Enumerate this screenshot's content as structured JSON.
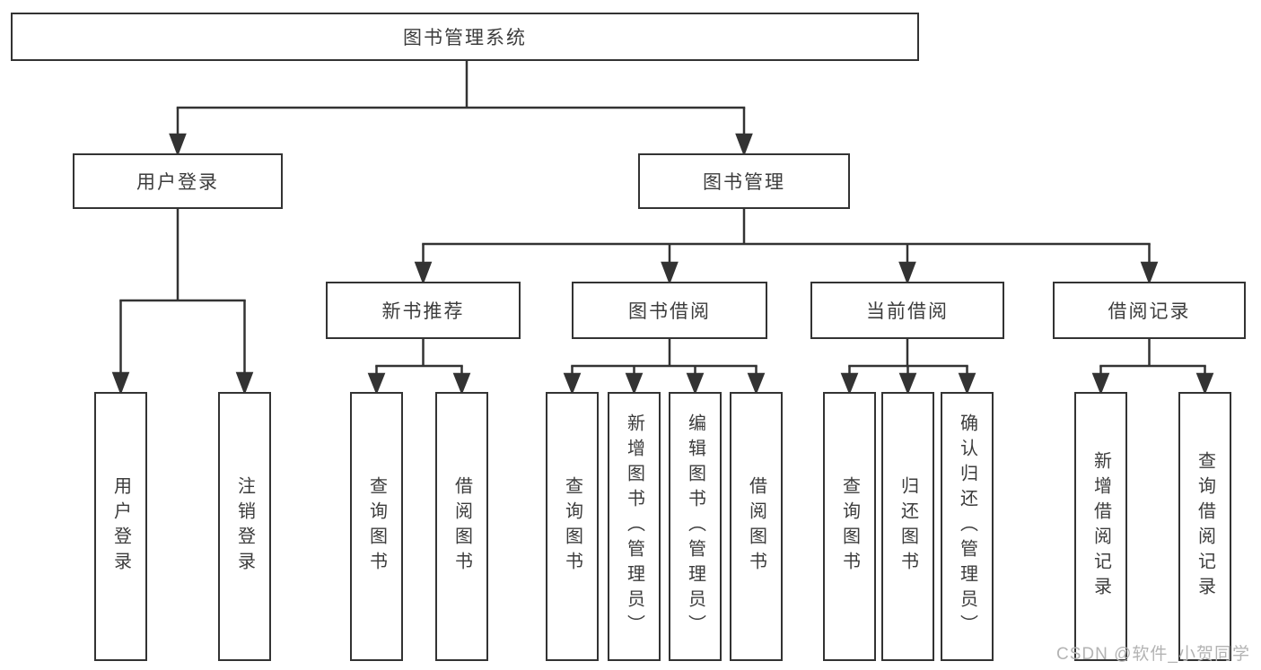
{
  "diagram": {
    "type": "hierarchy-tree",
    "title": "图书管理系统",
    "colors": {
      "line": "#333333",
      "box_border": "#333333",
      "box_fill": "#ffffff",
      "text": "#3c3c3c",
      "watermark": "#b3b3b3",
      "background": "#ffffff"
    },
    "tree": {
      "root": {
        "label": "图书管理系统",
        "children": [
          {
            "label": "用户登录",
            "children": [
              {
                "label": "用户登录"
              },
              {
                "label": "注销登录"
              }
            ]
          },
          {
            "label": "图书管理",
            "children": [
              {
                "label": "新书推荐",
                "children": [
                  {
                    "label": "查询图书"
                  },
                  {
                    "label": "借阅图书"
                  }
                ]
              },
              {
                "label": "图书借阅",
                "children": [
                  {
                    "label": "查询图书"
                  },
                  {
                    "label": "新增图书（管理员）"
                  },
                  {
                    "label": "编辑图书（管理员）"
                  },
                  {
                    "label": "借阅图书"
                  }
                ]
              },
              {
                "label": "当前借阅",
                "children": [
                  {
                    "label": "查询图书"
                  },
                  {
                    "label": "归还图书"
                  },
                  {
                    "label": "确认归还（管理员）"
                  }
                ]
              },
              {
                "label": "借阅记录",
                "children": [
                  {
                    "label": "新增借阅记录"
                  },
                  {
                    "label": "查询借阅记录"
                  }
                ]
              }
            ]
          }
        ]
      }
    }
  },
  "watermark": {
    "text": "CSDN @软件_小贺同学"
  }
}
